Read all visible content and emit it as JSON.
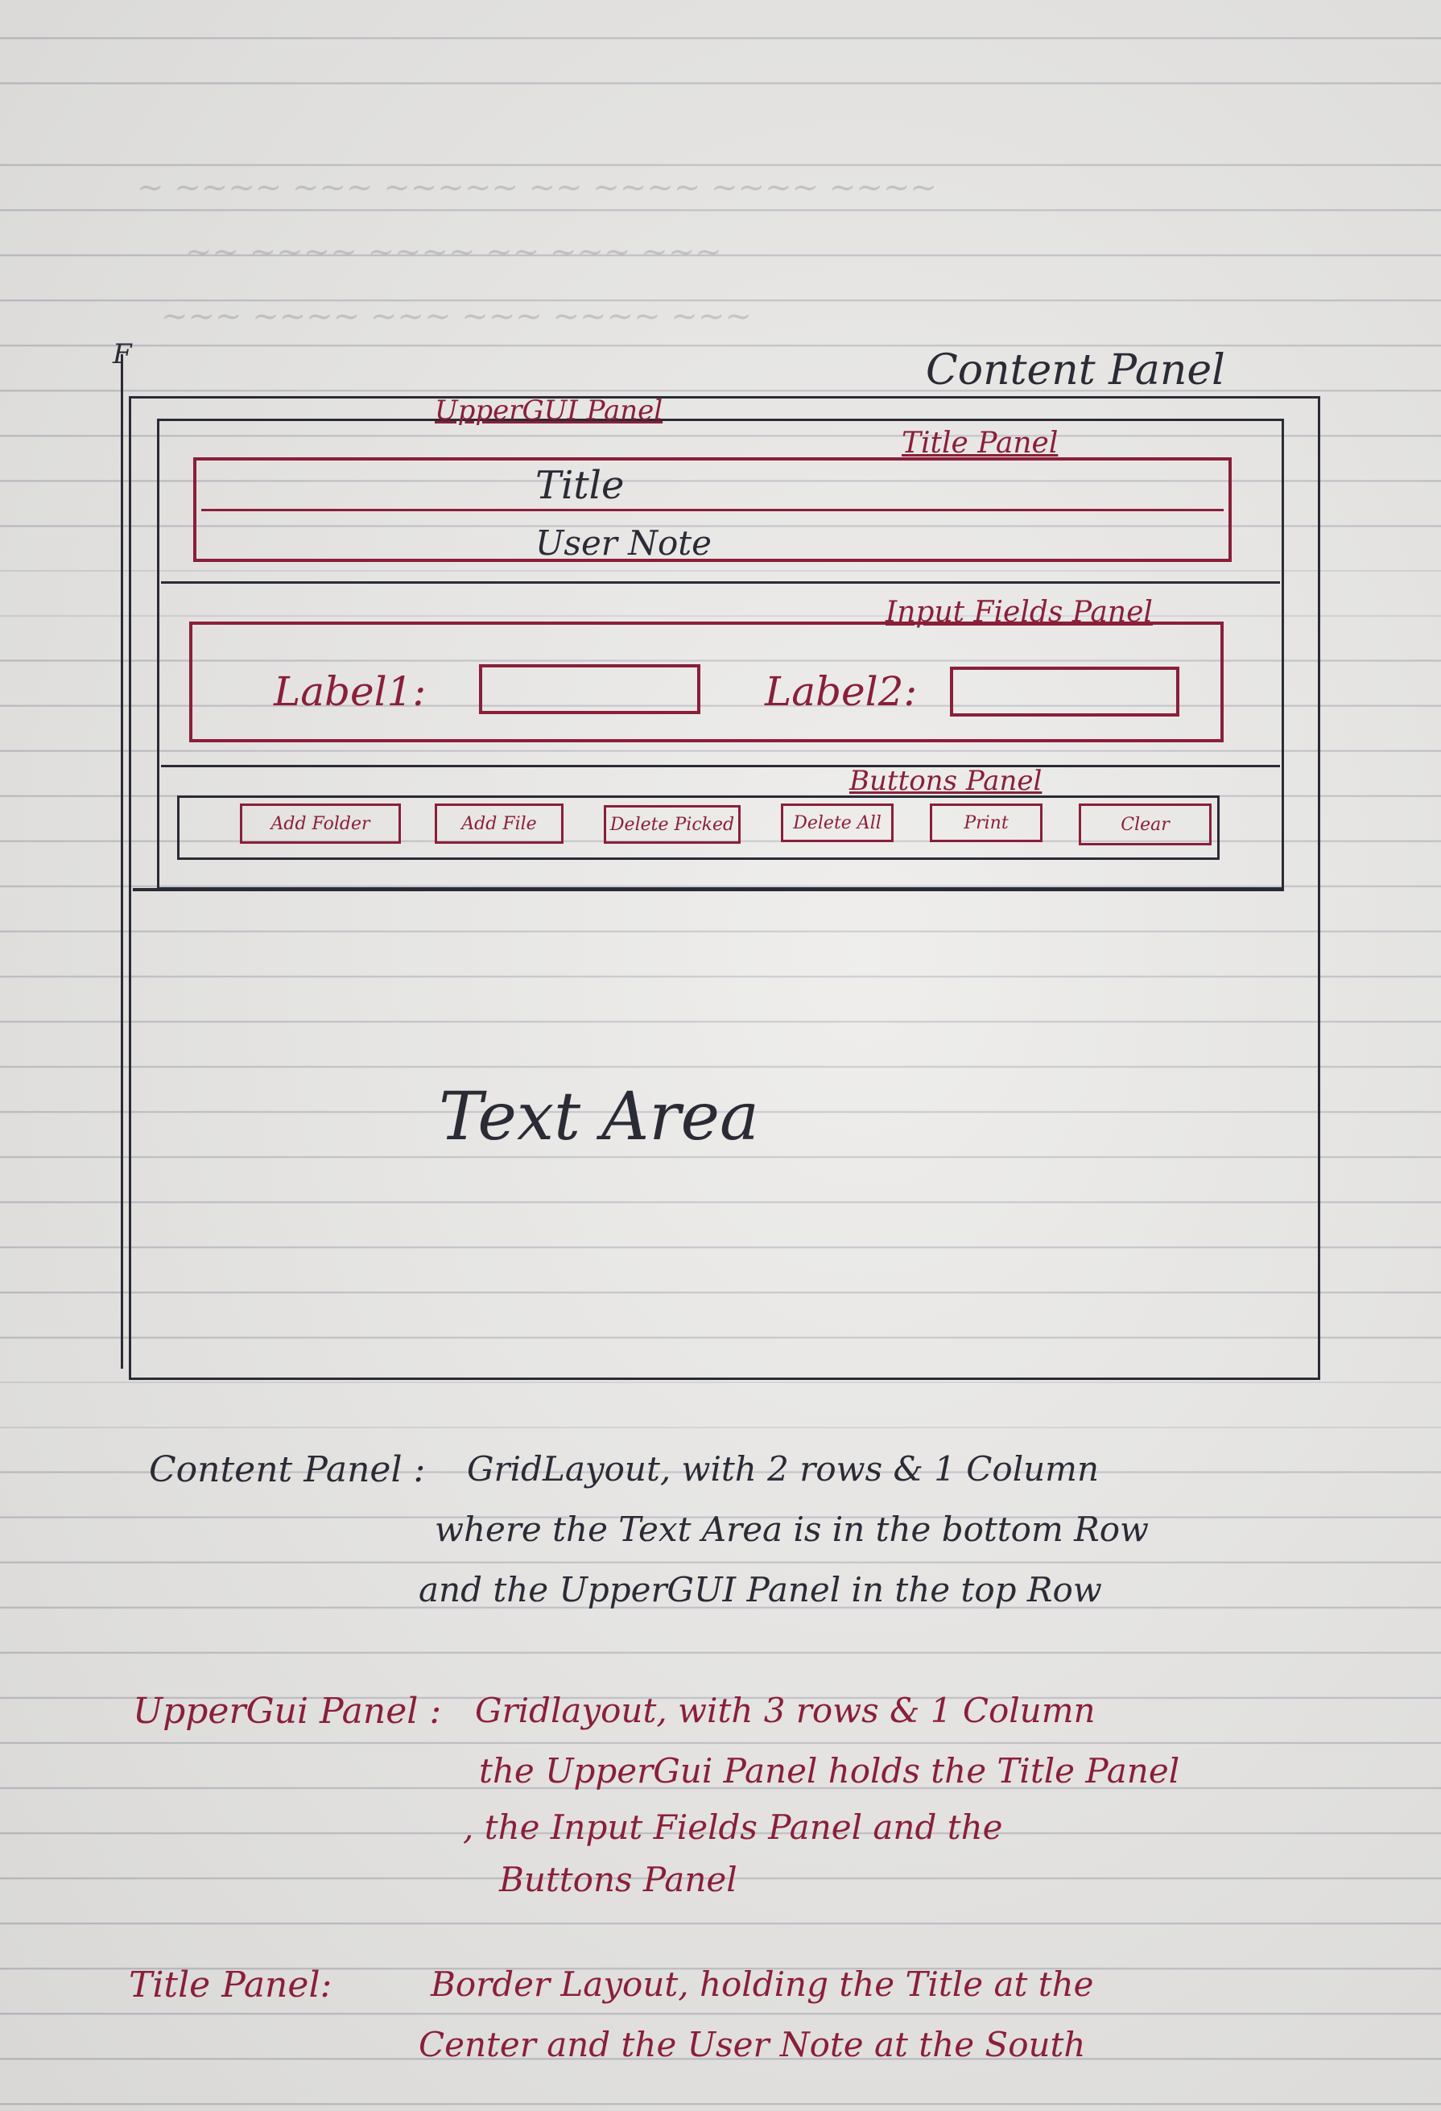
{
  "sketch": {
    "corner_mark": "F",
    "content_panel_label": "Content Panel",
    "upper_gui_label": "UpperGUI Panel",
    "title_panel_label": "Title Panel",
    "title_text": "Title",
    "user_note_text": "User Note",
    "input_panel_label": "Input Fields Panel",
    "label1": "Label1:",
    "label2": "Label2:",
    "buttons_panel_label": "Buttons Panel",
    "buttons": [
      "Add Folder",
      "Add File",
      "Delete Picked",
      "Delete All",
      "Print",
      "Clear"
    ],
    "text_area_label": "Text Area"
  },
  "notes": {
    "content_panel": {
      "term": "Content Panel :",
      "lines": [
        "GridLayout, with 2 rows & 1 Column",
        "where the Text Area is in the bottom Row",
        "and the UpperGUI Panel in the top Row"
      ]
    },
    "upper_gui_panel": {
      "term": "UpperGui Panel :",
      "lines": [
        "Gridlayout, with 3 rows & 1 Column",
        "the UpperGui Panel holds the Title Panel",
        ", the Input Fields Panel and the",
        "Buttons Panel"
      ]
    },
    "title_panel": {
      "term": "Title Panel:",
      "lines": [
        "Border Layout, holding the Title at the",
        "Center and the User Note at the South"
      ]
    }
  },
  "colors": {
    "paper": "#e9e8e6",
    "rule_line": "#bcbcc4",
    "dark_ink": "#2b2b36",
    "red_ink": "#8a1f3a"
  }
}
